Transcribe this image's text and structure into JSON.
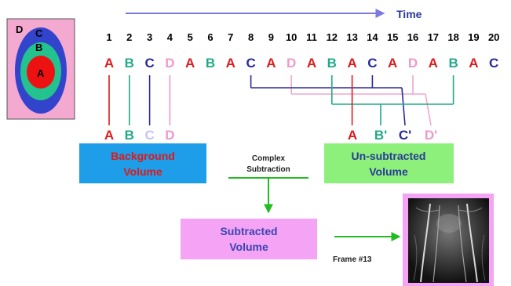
{
  "time_axis": {
    "label": "Time",
    "frame_numbers": [
      "1",
      "2",
      "3",
      "4",
      "5",
      "6",
      "7",
      "8",
      "9",
      "10",
      "11",
      "12",
      "13",
      "14",
      "15",
      "16",
      "17",
      "18",
      "19",
      "20"
    ]
  },
  "sequence": [
    "A",
    "B",
    "C",
    "D",
    "A",
    "B",
    "A",
    "C",
    "A",
    "D",
    "A",
    "B",
    "A",
    "C",
    "A",
    "D",
    "A",
    "B",
    "A",
    "C"
  ],
  "kspace_regions": {
    "labels": [
      "D",
      "C",
      "B",
      "A"
    ],
    "colors": [
      "#f4a9d0",
      "#3344cc",
      "#22c38e",
      "#ee1111"
    ]
  },
  "letter_colors": {
    "A": "#dd1c1c",
    "B": "#22aa88",
    "C": "#2a2a9a",
    "D": "#ee99cc"
  },
  "background_frames": [
    {
      "label": "A",
      "color": "#dd1c1c"
    },
    {
      "label": "B",
      "color": "#22aa88"
    },
    {
      "label": "C",
      "color": "#c9c2ee"
    },
    {
      "label": "D",
      "color": "#ee99cc"
    }
  ],
  "unsubtracted_frames": [
    {
      "label": "A",
      "color": "#dd1c1c"
    },
    {
      "label": "B'",
      "color": "#22aa88"
    },
    {
      "label": "C'",
      "color": "#2a2a9a"
    },
    {
      "label": "D'",
      "color": "#ee99cc"
    }
  ],
  "boxes": {
    "background": {
      "line1": "Background",
      "line2": "Volume",
      "fill": "#1e9ee8",
      "text_color": "#e01818"
    },
    "unsubtracted": {
      "line1": "Un-subtracted",
      "line2": "Volume",
      "fill": "#8cf07a",
      "text_color": "#2a3a9a"
    },
    "subtracted": {
      "line1": "Subtracted",
      "line2": "Volume",
      "fill": "#f5a3f5",
      "text_color": "#3a46b0"
    }
  },
  "operation": {
    "line1": "Complex",
    "line2": "Subtraction"
  },
  "frame_label": "Frame #13"
}
